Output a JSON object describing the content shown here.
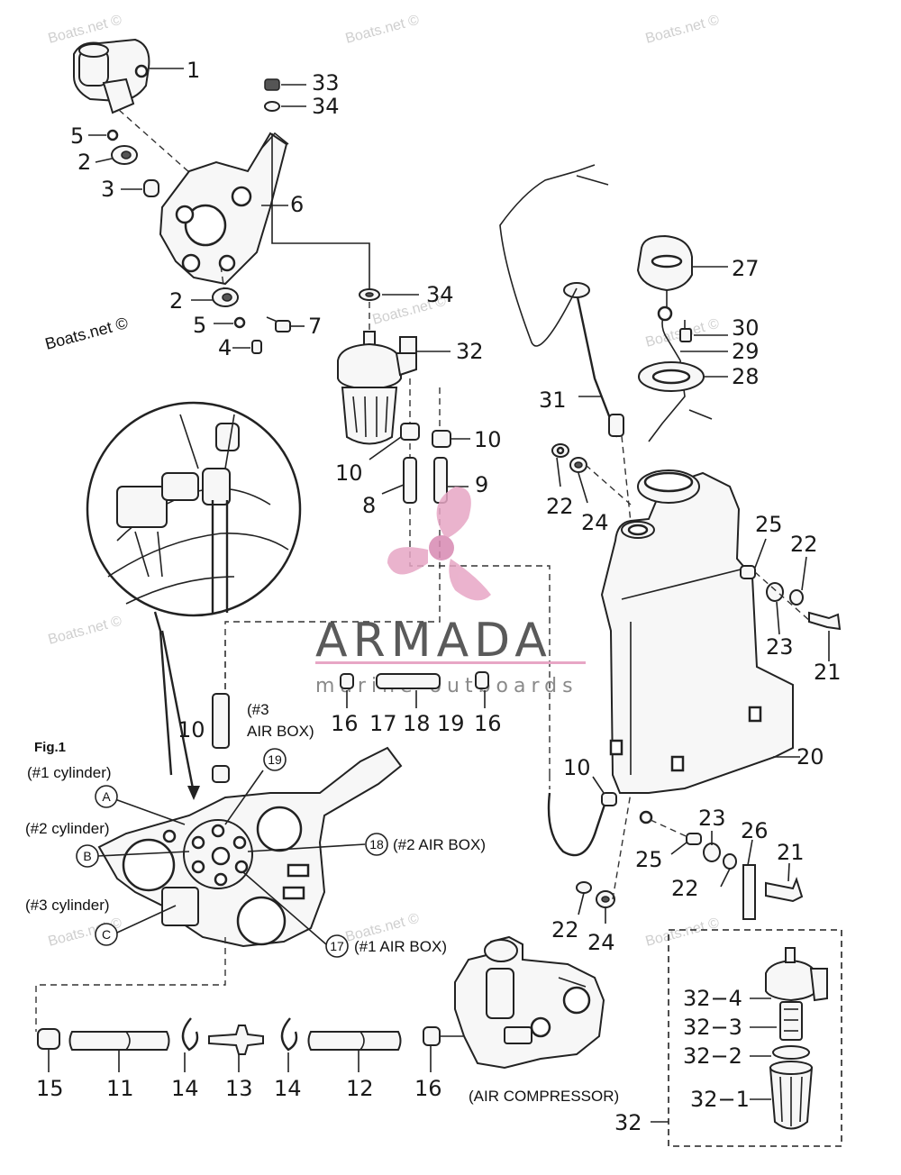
{
  "credit": "Boats.net ©",
  "watermark": "Boats.net ©",
  "logo": {
    "name": "ARMADA",
    "tagline": "marine outboards",
    "color": "#e7a6c5"
  },
  "figure": {
    "title": "Fig.1",
    "cyl1": "(#1 cylinder)",
    "cyl2": "(#2 cylinder)",
    "cyl3": "(#3 cylinder)",
    "circle_a": "A",
    "circle_b": "B",
    "circle_c": "C",
    "circle_17": "17",
    "circle_18": "18",
    "circle_19": "19",
    "airbox1": "(#1 AIR BOX)",
    "airbox2": "(#2 AIR BOX)",
    "airbox3_l1": "(#3",
    "airbox3_l2": "AIR BOX)"
  },
  "air_compressor": "(AIR COMPRESSOR)",
  "labels": {
    "p1": "1",
    "p2a": "2",
    "p2b": "2",
    "p3": "3",
    "p4": "4",
    "p5a": "5",
    "p5b": "5",
    "p6": "6",
    "p7": "7",
    "p8": "8",
    "p9": "9",
    "p10a": "10",
    "p10b": "10",
    "p10c": "10",
    "p10d": "10",
    "p11": "11",
    "p12": "12",
    "p13": "13",
    "p14a": "14",
    "p14b": "14",
    "p15": "15",
    "p16a": "16",
    "p16b": "16",
    "p16c": "16",
    "p17": "17",
    "p18": "18",
    "p19": "19",
    "p20": "20",
    "p21a": "21",
    "p21b": "21",
    "p22a": "22",
    "p22b": "22",
    "p22c": "22",
    "p22d": "22",
    "p23a": "23",
    "p23b": "23",
    "p24a": "24",
    "p24b": "24",
    "p25a": "25",
    "p25b": "25",
    "p26": "26",
    "p27": "27",
    "p28": "28",
    "p29": "29",
    "p30": "30",
    "p31": "31",
    "p32": "32",
    "p32b": "32",
    "p32_1": "32−1",
    "p32_2": "32−2",
    "p32_3": "32−3",
    "p32_4": "32−4",
    "p33": "33",
    "p34a": "34",
    "p34b": "34"
  }
}
